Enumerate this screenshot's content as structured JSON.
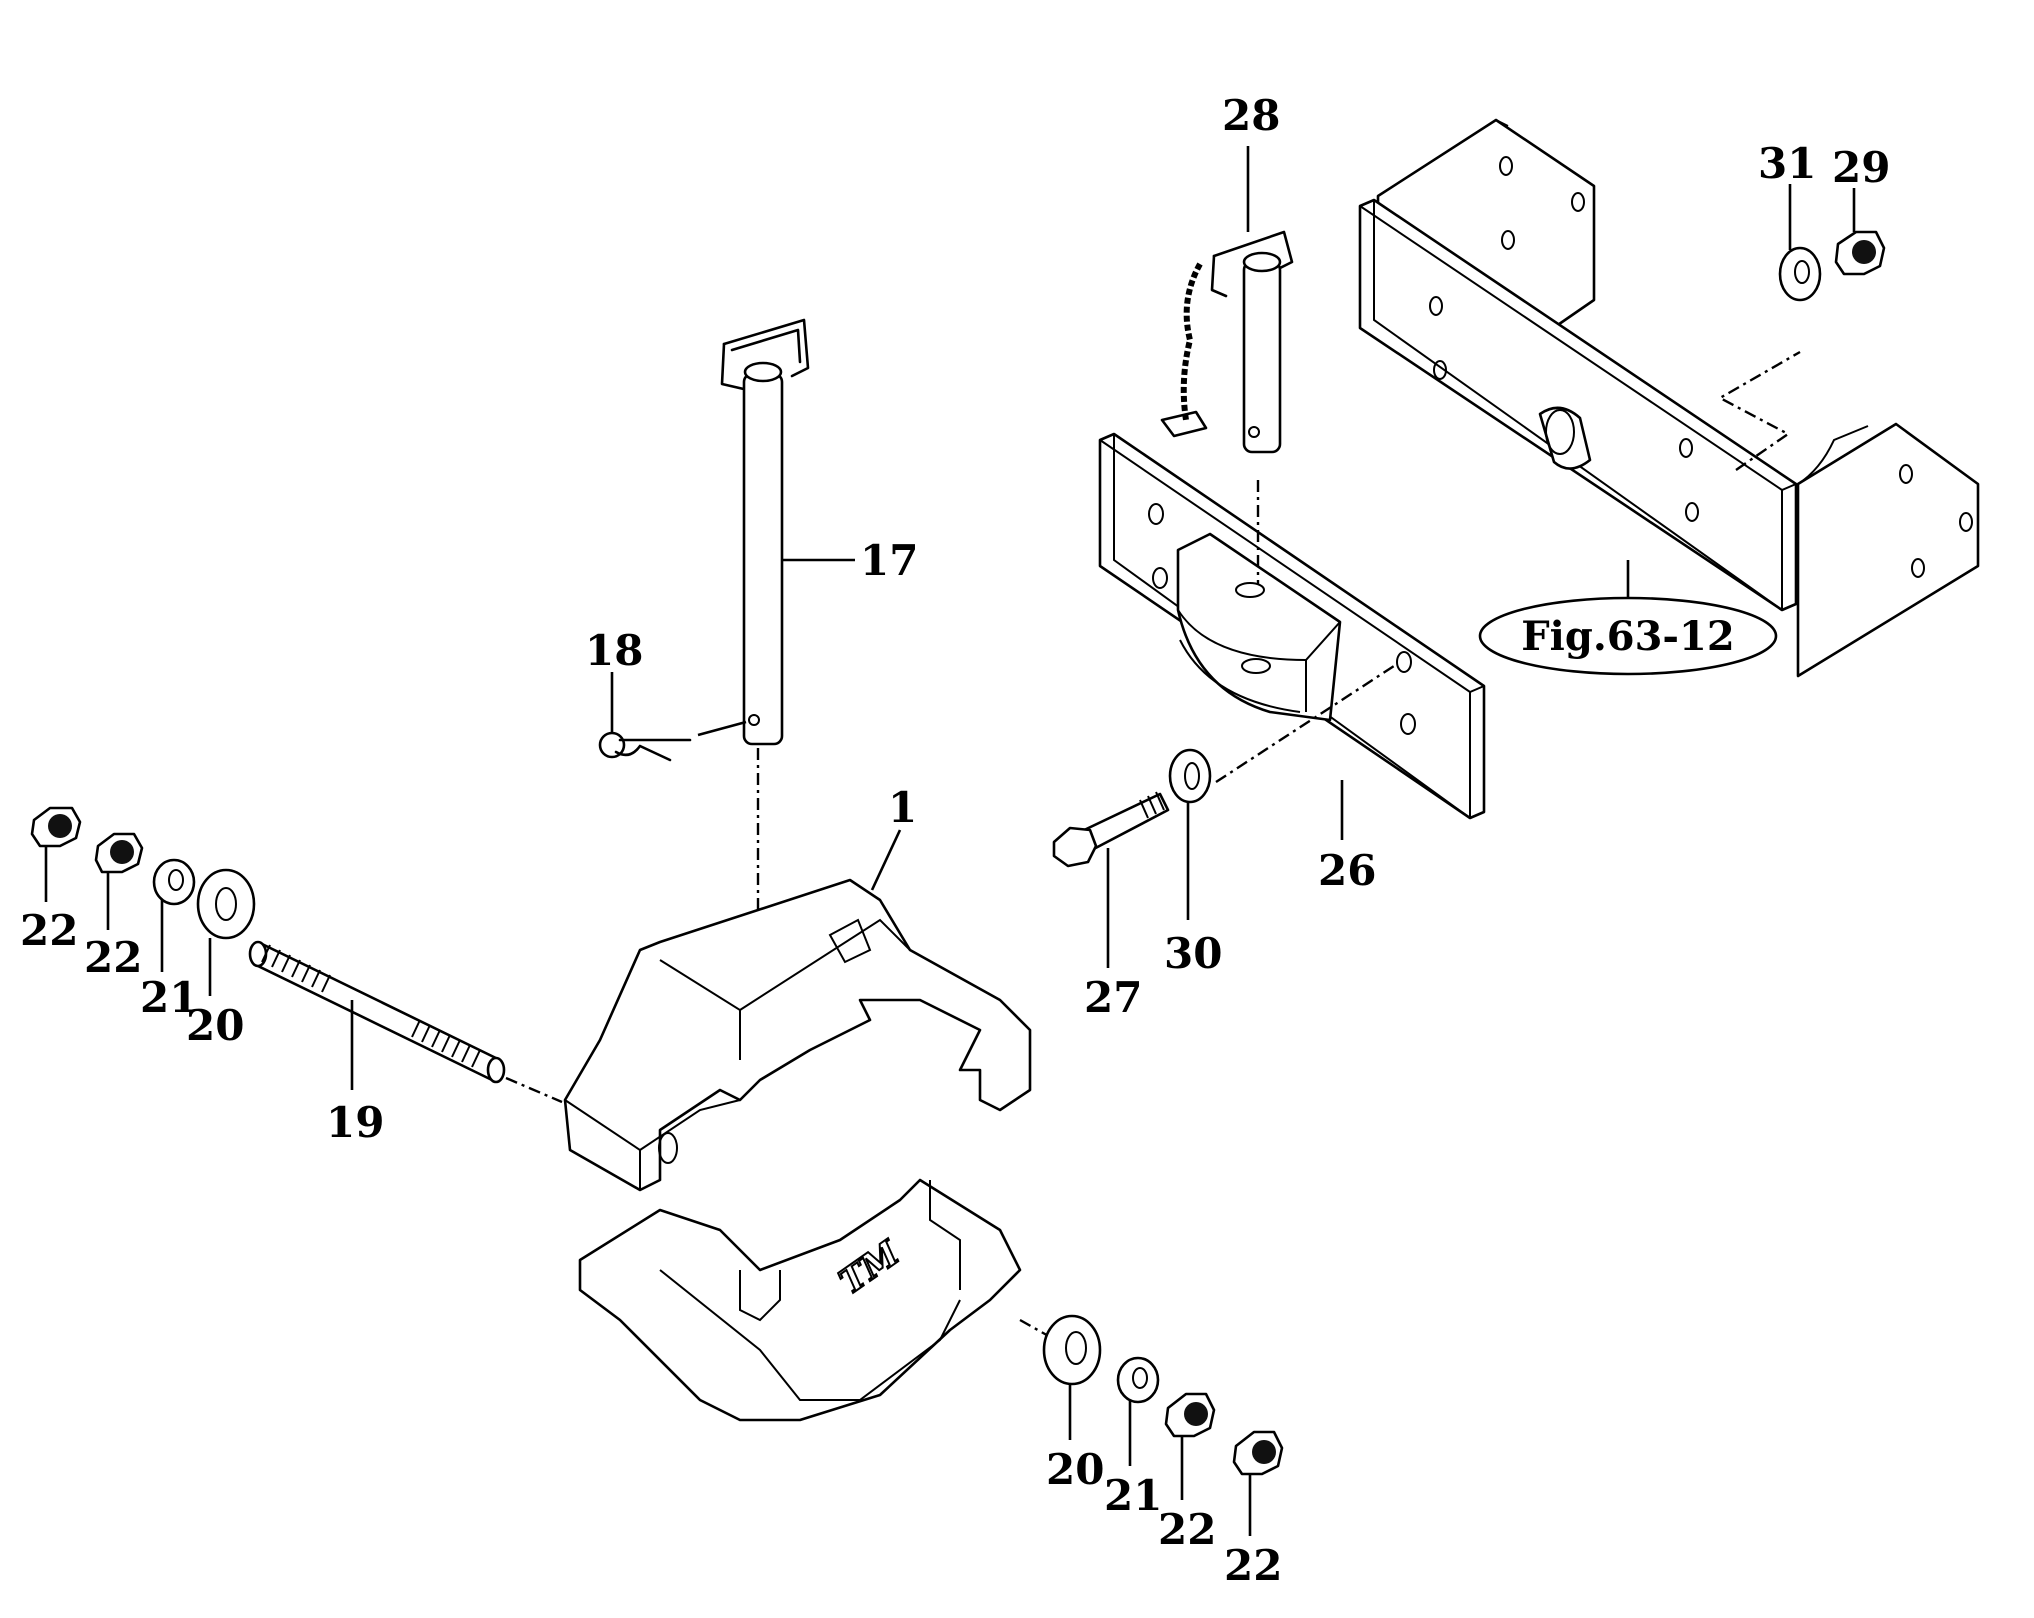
{
  "diagram": {
    "type": "exploded-parts-diagram",
    "figure_reference": "Fig.63-12",
    "hitch_logo": "TM",
    "callouts": [
      {
        "id": "c1",
        "label": "1",
        "part": "hitch-jaw-body"
      },
      {
        "id": "c17",
        "label": "17",
        "part": "hitch-pin"
      },
      {
        "id": "c18",
        "label": "18",
        "part": "r-clip"
      },
      {
        "id": "c19",
        "label": "19",
        "part": "threaded-stud"
      },
      {
        "id": "c20a",
        "label": "20",
        "part": "flat-washer"
      },
      {
        "id": "c21a",
        "label": "21",
        "part": "spring-washer"
      },
      {
        "id": "c22a",
        "label": "22",
        "part": "hex-nut"
      },
      {
        "id": "c22b",
        "label": "22",
        "part": "hex-nut"
      },
      {
        "id": "c20b",
        "label": "20",
        "part": "flat-washer"
      },
      {
        "id": "c21b",
        "label": "21",
        "part": "spring-washer"
      },
      {
        "id": "c22c",
        "label": "22",
        "part": "hex-nut"
      },
      {
        "id": "c22d",
        "label": "22",
        "part": "hex-nut"
      },
      {
        "id": "c26",
        "label": "26",
        "part": "mounting-plate"
      },
      {
        "id": "c27",
        "label": "27",
        "part": "hex-bolt"
      },
      {
        "id": "c28",
        "label": "28",
        "part": "pin-with-chain"
      },
      {
        "id": "c29",
        "label": "29",
        "part": "hex-nut"
      },
      {
        "id": "c30",
        "label": "30",
        "part": "flat-washer"
      },
      {
        "id": "c31",
        "label": "31",
        "part": "spring-washer"
      }
    ]
  }
}
